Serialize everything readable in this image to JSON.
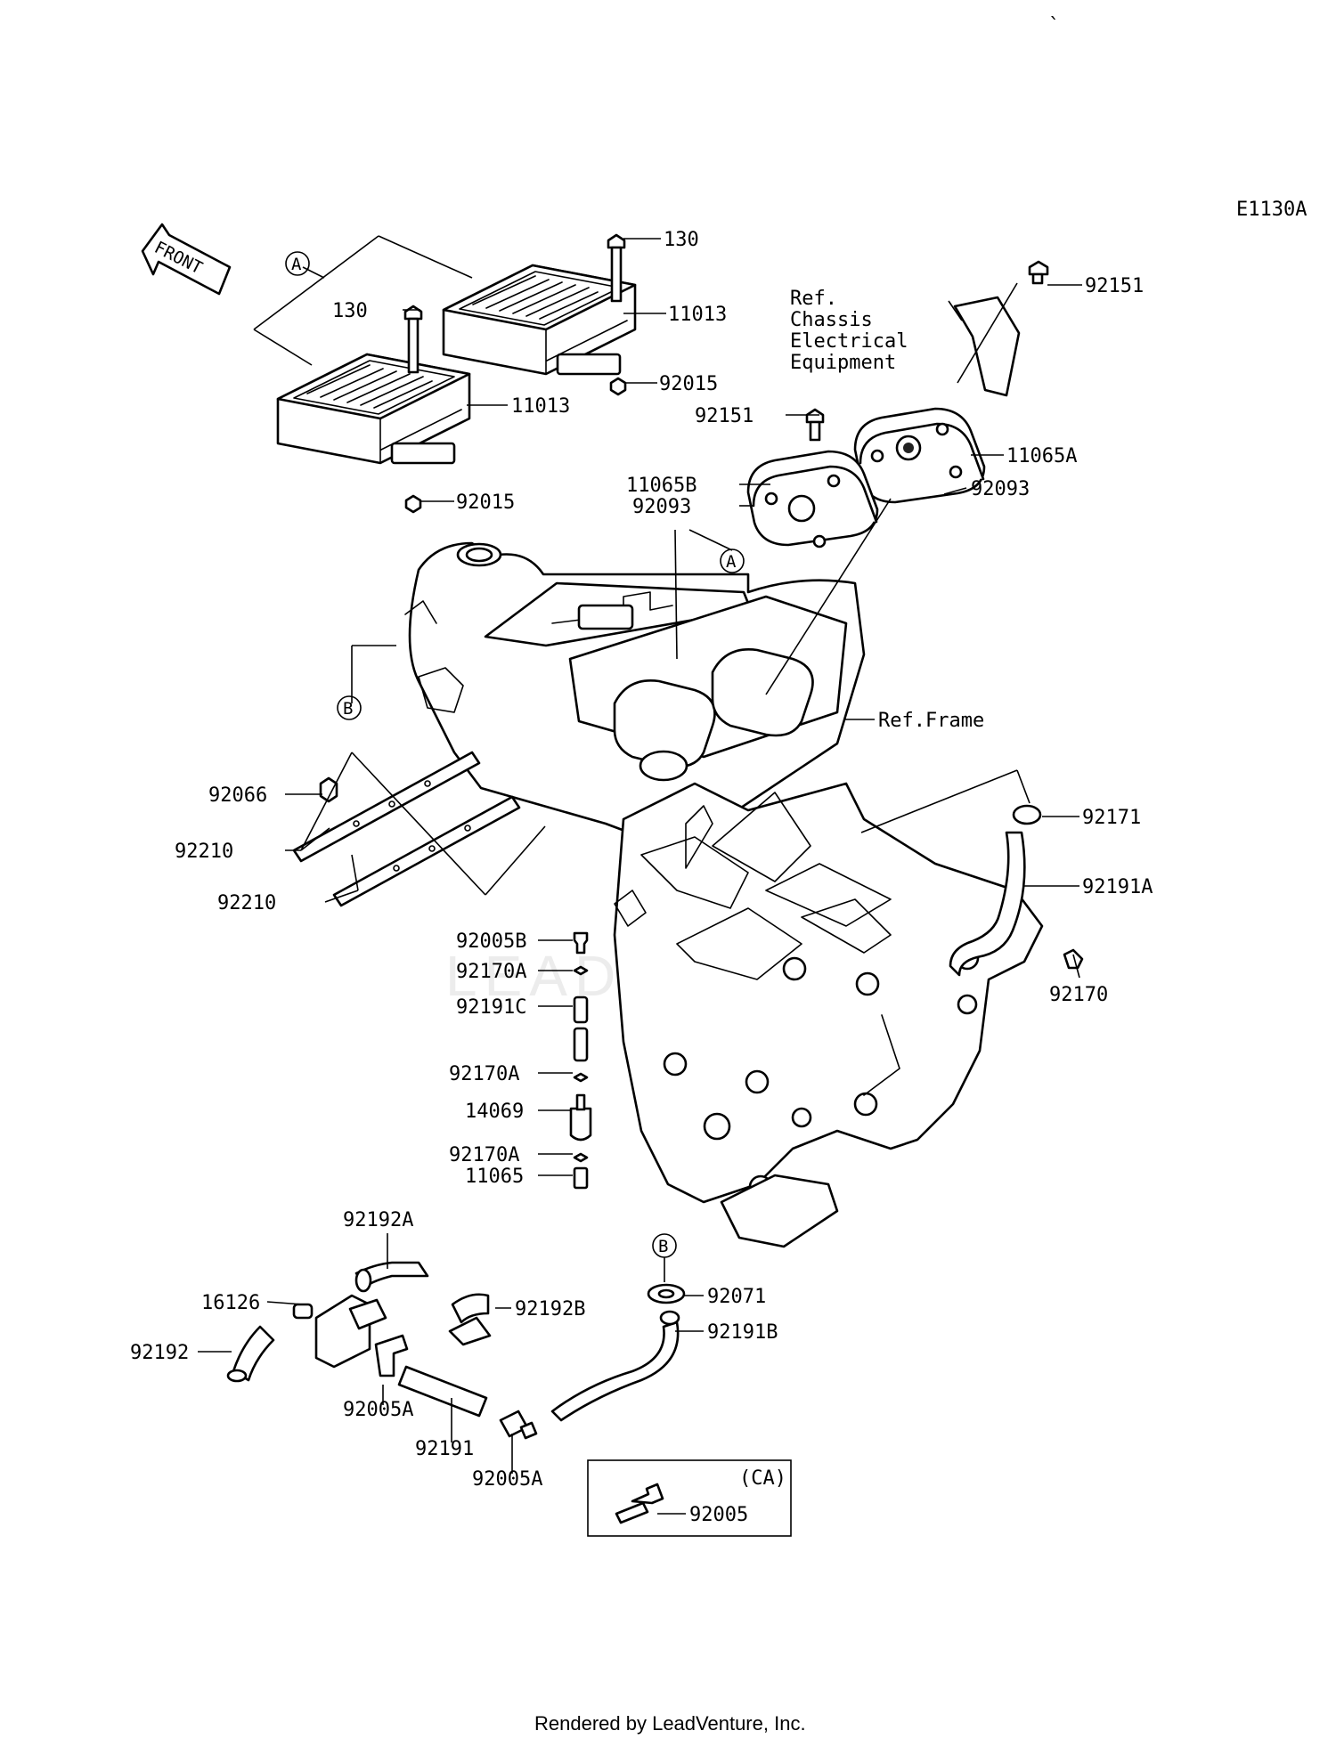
{
  "diagram_code": "E1130A",
  "front_label": "FRONT",
  "callouts": {
    "A": "A",
    "B": "B"
  },
  "ref_chassis": [
    "Ref.",
    "Chassis",
    "Electrical",
    "Equipment"
  ],
  "ref_frame": "Ref.Frame",
  "parts": {
    "p130_right": "130",
    "p130_left": "130",
    "p11013_right": "11013",
    "p11013_left": "11013",
    "p92015_right": "92015",
    "p92015_left": "92015",
    "p92151_top": "92151",
    "p92151_mid": "92151",
    "p11065A": "11065A",
    "p11065B": "11065B",
    "p92093_left": "92093",
    "p92093_right": "92093",
    "p92066": "92066",
    "p92210_a": "92210",
    "p92210_b": "92210",
    "p92171": "92171",
    "p92191A": "92191A",
    "p92170": "92170",
    "p92005B": "92005B",
    "p92170A_1": "92170A",
    "p92191C": "92191C",
    "p92170A_2": "92170A",
    "p14069": "14069",
    "p92170A_3": "92170A",
    "p11065": "11065",
    "p92192A": "92192A",
    "p16126": "16126",
    "p92192B": "92192B",
    "p92192": "92192",
    "p92005A_left": "92005A",
    "p92191": "92191",
    "p92005A_right": "92005A",
    "p92071": "92071",
    "p92191B": "92191B",
    "ca_label": "(CA)",
    "p92005": "92005"
  },
  "watermark": "LEADVENTURE",
  "footer": "Rendered by LeadVenture, Inc."
}
